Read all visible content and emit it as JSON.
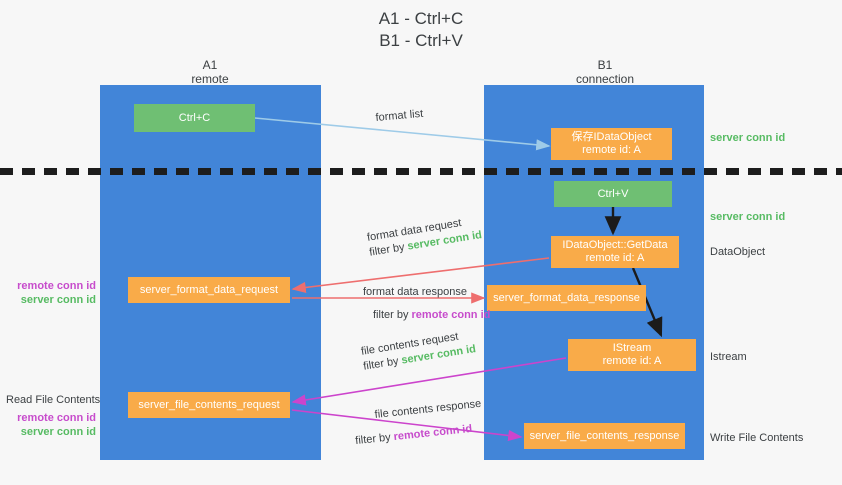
{
  "title_lines": [
    "A1 - Ctrl+C",
    "B1 - Ctrl+V"
  ],
  "columns": [
    {
      "name": "A1",
      "sub": "remote"
    },
    {
      "name": "B1",
      "sub": "connection"
    }
  ],
  "nodes": {
    "ctrl_c": {
      "line1": "Ctrl+C",
      "line2": "",
      "color": "#6fbf73"
    },
    "save_dataobject": {
      "line1": "保存IDataObject",
      "line2": "remote id: A",
      "color": "#f9ab49"
    },
    "ctrl_v": {
      "line1": "Ctrl+V",
      "line2": "",
      "color": "#6fbf73"
    },
    "getdata": {
      "line1": "IDataObject::GetData",
      "line2": "remote id: A",
      "color": "#f9ab49"
    },
    "istream": {
      "line1": "IStream",
      "line2": "remote id: A",
      "color": "#f9ab49"
    },
    "server_format_data_request": {
      "line1": "server_format_data_request",
      "line2": "",
      "color": "#f9ab49"
    },
    "server_format_data_response": {
      "line1": "server_format_data_response",
      "line2": "",
      "color": "#f9ab49"
    },
    "server_file_contents_request": {
      "line1": "server_file_contents_request",
      "line2": "",
      "color": "#f9ab49"
    },
    "server_file_contents_response": {
      "line1": "server_file_contents_response",
      "line2": "",
      "color": "#f9ab49"
    }
  },
  "edge_labels": {
    "format_list": "format list",
    "format_data_request": {
      "text": "format data request",
      "filter_prefix": "filter by ",
      "filter_value": "server conn id"
    },
    "format_data_response": {
      "text": "format data response",
      "filter_prefix": "filter by ",
      "filter_value": "remote conn id"
    },
    "file_contents_request": {
      "text": "file contents request",
      "filter_prefix": "filter by ",
      "filter_value": "server conn id"
    },
    "file_contents_response": {
      "text": "file contents response",
      "filter_prefix": "filter by ",
      "filter_value": "remote conn id"
    }
  },
  "annotations": {
    "server_conn_id_top": "server conn id",
    "server_conn_id_mid": "server conn id",
    "dataobject": "DataObject",
    "istream": "Istream",
    "write_file_contents": "Write File Contents",
    "read_file_contents": "Read File Contents",
    "remote_conn_id": "remote conn id",
    "server_conn_id": "server conn id"
  },
  "colors": {
    "lane": "#4285d8",
    "green_box": "#6fbf73",
    "orange_box": "#f9ab49",
    "green_text": "#57bb63",
    "magenta_text": "#c74ccc",
    "red_arrow": "#ee6e6e",
    "magenta_arrow": "#cc44cc",
    "light_blue_arrow": "#9ecbe8",
    "dark_arrow": "#1b1b1b",
    "background": "#f7f7f7"
  }
}
